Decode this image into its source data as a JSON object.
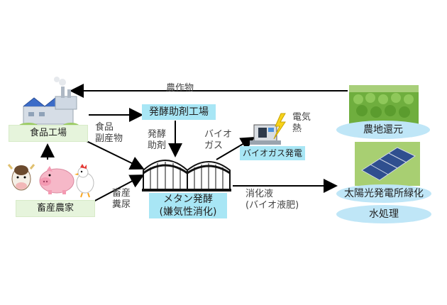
{
  "labels": {
    "crops": "農作物",
    "food_factory": "食品工場",
    "food_byproduct": "食品\n副産物",
    "livestock_farmer": "畜産農家",
    "manure": "畜産\n糞尿",
    "fermentation_agent_factory": "発酵助剤工場",
    "fermentation_agent": "発酵\n助剤",
    "biogas": "バイオ\nガス",
    "electricity_heat": "電気\n熱",
    "biogas_power": "バイオガス発電",
    "methane_fermentation": "メタン発酵\n(嫌気性消化)",
    "digestate": "消化液\n(バイオ液肥)",
    "farmland_return": "農地還元",
    "solar_greening": "太陽光発電所緑化",
    "water_treatment": "水処理"
  },
  "colors": {
    "green_box": "#e6f4dc",
    "cyan_box": "#a8e6f5",
    "ellipse": "#bfe6f7",
    "arrow": "#000000"
  },
  "icons": [
    "factory-icon",
    "cow-icon",
    "pig-icon",
    "chicken-icon",
    "digester-tanks-icon",
    "generator-icon",
    "lightning-icon",
    "crop-field-icon",
    "solar-panel-icon"
  ]
}
